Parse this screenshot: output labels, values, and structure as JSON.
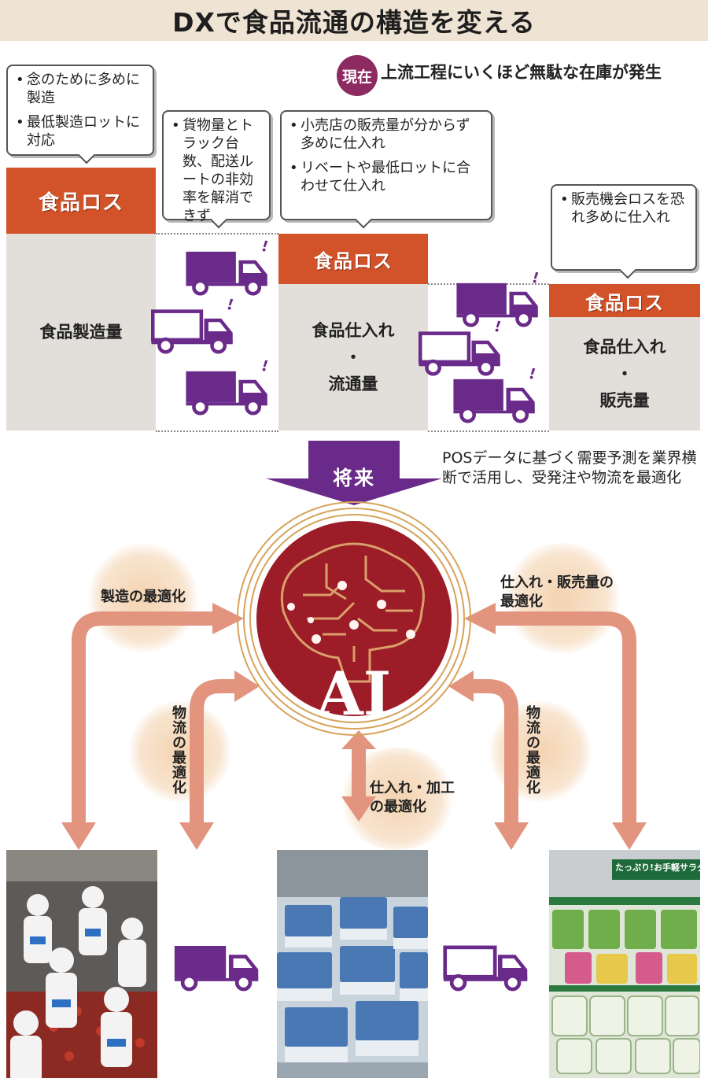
{
  "title": "DXで食品流通の構造を変える",
  "current": {
    "badge": "現在",
    "headline": "上流工程にいくほど無駄な在庫が発生"
  },
  "callouts": {
    "manufacturing": [
      "念のために多めに製造",
      "最低製造ロットに対応"
    ],
    "logistics": [
      "貨物量とトラック台数、配送ルートの非効率を解消できず"
    ],
    "distribution": [
      "小売店の販売量が分からず多めに仕入れ",
      "リベートや最低ロットに合わせて仕入れ"
    ],
    "retail": [
      "販売機会ロスを恐れ多めに仕入れ"
    ]
  },
  "loss_label": "食品ロス",
  "stages": {
    "manufacturing": "食品製造量",
    "distribution_line1": "食品仕入れ",
    "distribution_dot": "・",
    "distribution_line2": "流通量",
    "retail_line1": "食品仕入れ",
    "retail_dot": "・",
    "retail_line2": "販売量"
  },
  "future": {
    "label": "将来",
    "description": "POSデータに基づく需要予測を業界横断で活用し、受発注や物流を最適化"
  },
  "ai_label": "AI",
  "optimizations": {
    "manufacturing": "製造の最適化",
    "purchase_sales_line1": "仕入れ・販売量の",
    "purchase_sales_line2": "最適化",
    "logistics_left": "物流の最適化",
    "logistics_right": "物流の最適化",
    "purchase_processing_line1": "仕入れ・加工",
    "purchase_processing_line2": "の最適化"
  },
  "photo_signage": "たっぷり!お手軽サラダ",
  "colors": {
    "loss_orange": "#d2522a",
    "stage_grey": "#e2dfdb",
    "truck_purple": "#6a2a8a",
    "badge_purple": "#8e2a62",
    "arrow_salmon": "#e2947f",
    "ai_red": "#9c1c28",
    "ring_gold": "#d6a35a"
  }
}
